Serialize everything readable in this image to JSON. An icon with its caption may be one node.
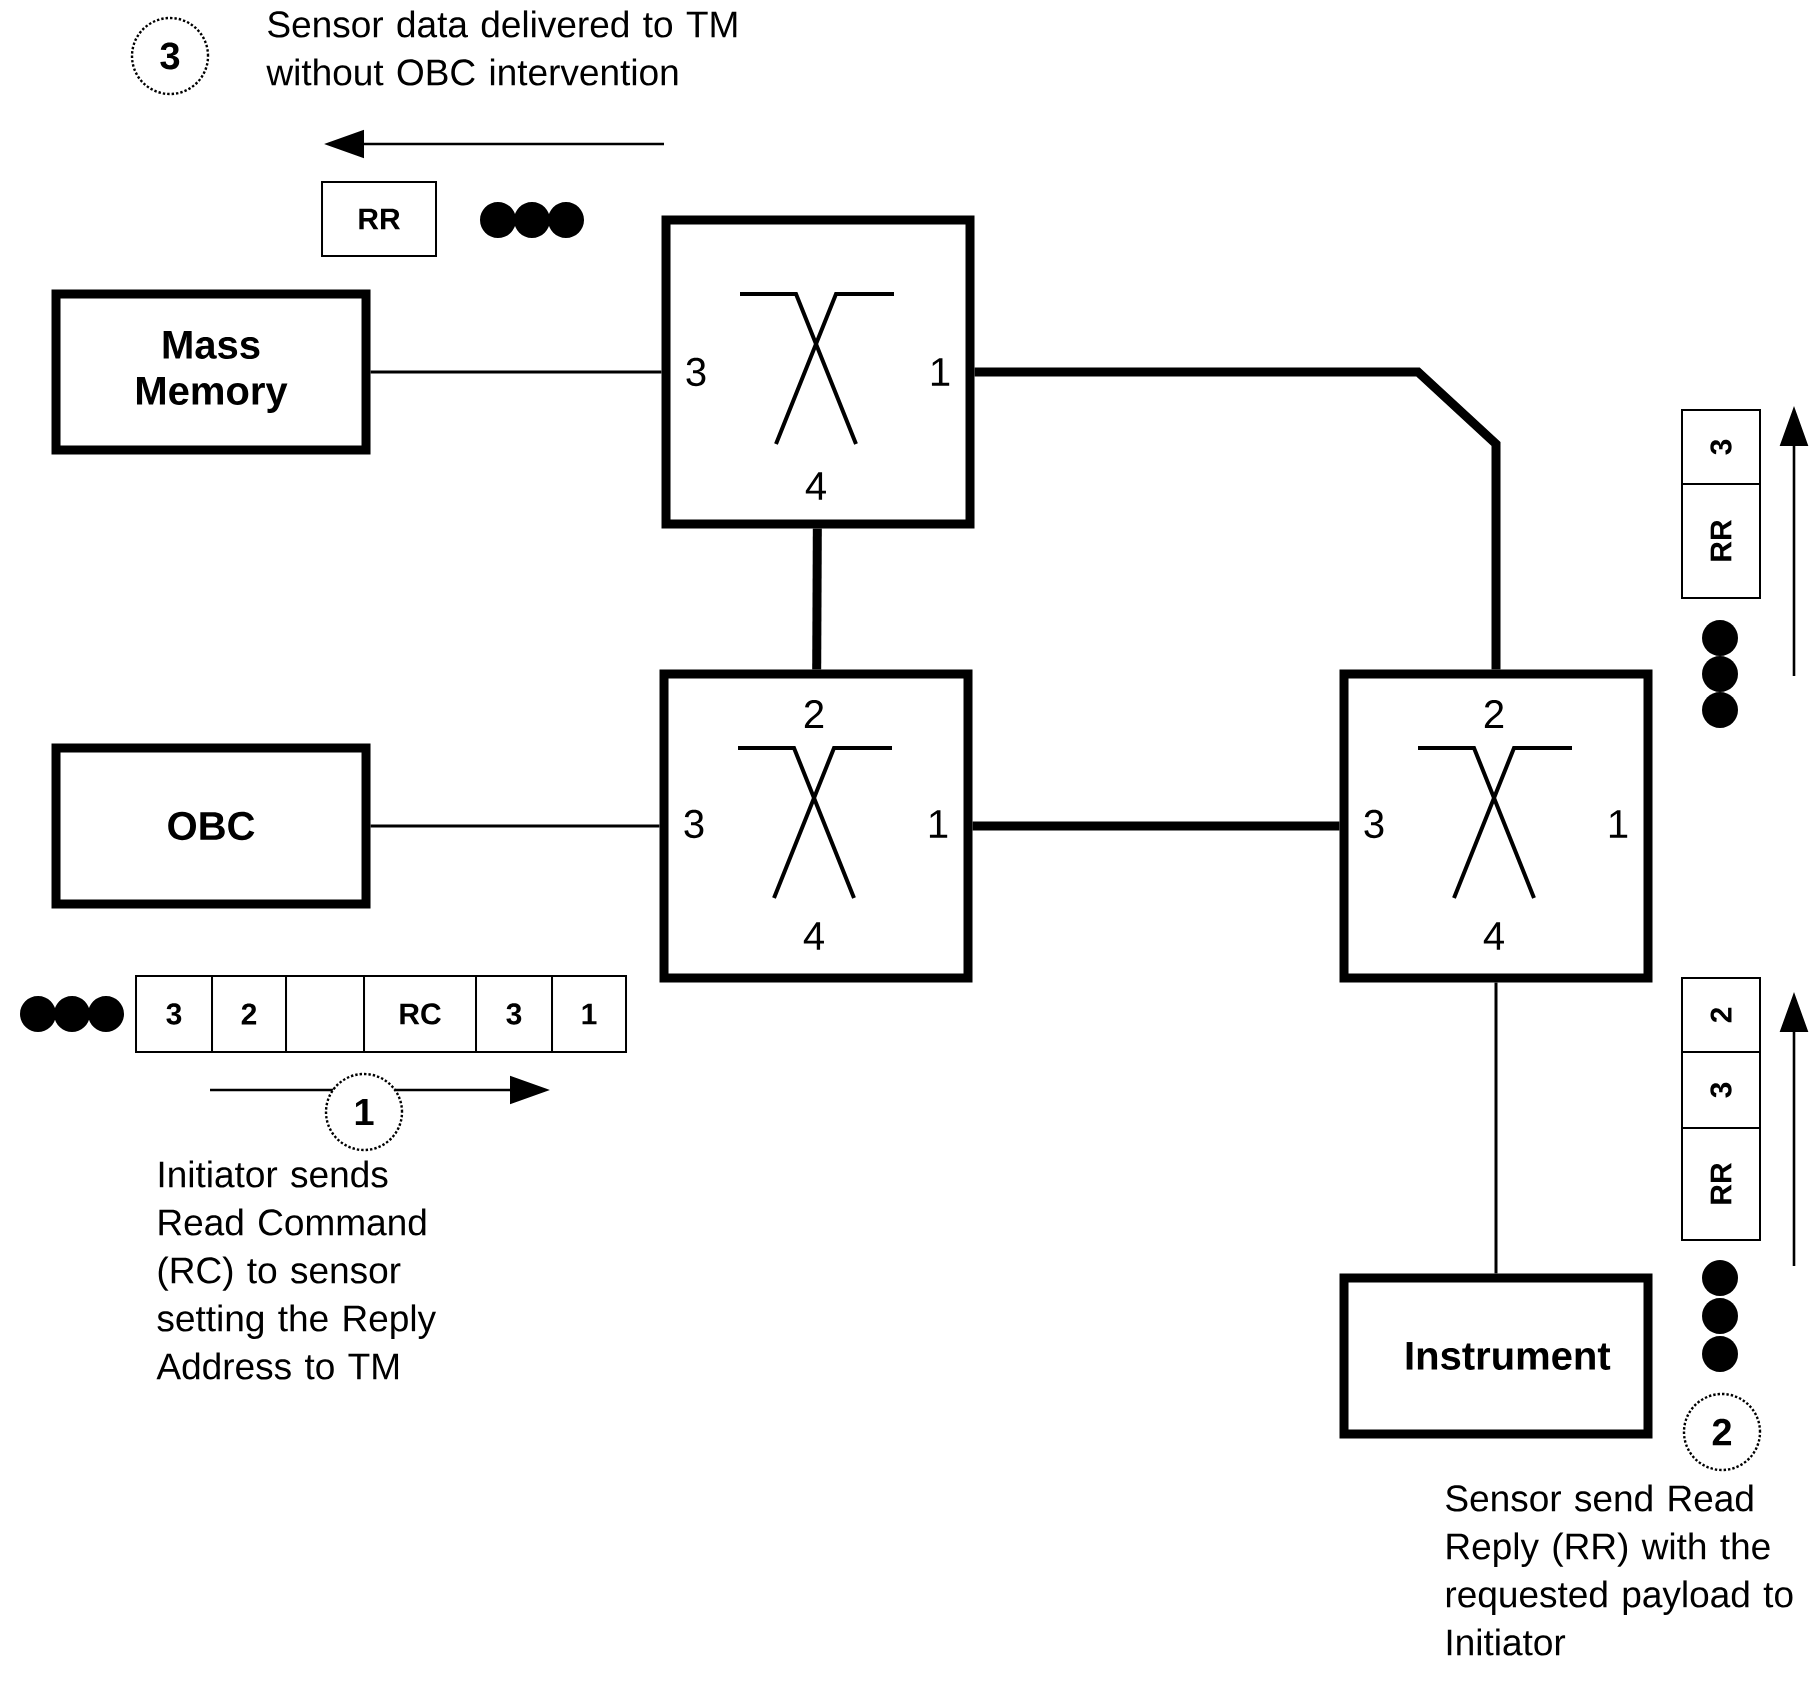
{
  "diagram": {
    "nodes": [
      {
        "text": [
          "3"
        ],
        "beside": [
          "Sensor data delivered to TM without OBC intervention"
        ]
      },
      {
        "text": [
          "Mass Memory"
        ]
      },
      {
        "text": [
          "3",
          "1",
          "4"
        ]
      },
      {
        "text": [
          "OBC"
        ]
      },
      {
        "text": [
          "2",
          "3",
          "1",
          "4"
        ]
      },
      {
        "text": [
          "2",
          "3",
          "1",
          "4"
        ]
      },
      {
        "text": [
          "1"
        ],
        "beside": [
          "Initiator sends Read Command (RC) to sensor setting the Reply Address to TM"
        ]
      },
      {
        "text": [
          "Instrument"
        ]
      },
      {
        "text": [
          "2"
        ],
        "beside": [
          "Sensor send Read Reply (RR) with the requested payload to Initiator"
        ]
      }
    ],
    "edges": [
      {
        "from": 1,
        "to": 2,
        "arrow": "none"
      },
      {
        "from": 2,
        "to": 4,
        "arrow": "none",
        "style": "thick"
      },
      {
        "from": 2,
        "to": 5,
        "arrow": "none",
        "style": "thick"
      },
      {
        "from": 3,
        "to": 4,
        "arrow": "none"
      },
      {
        "from": 4,
        "to": 5,
        "arrow": "none",
        "style": "thick"
      },
      {
        "from": 5,
        "to": 7,
        "arrow": "none"
      }
    ],
    "labels": [
      "RR",
      "3",
      "RR",
      "3",
      "2",
      "RC",
      "3",
      "1",
      "2",
      "3",
      "RR"
    ]
  }
}
